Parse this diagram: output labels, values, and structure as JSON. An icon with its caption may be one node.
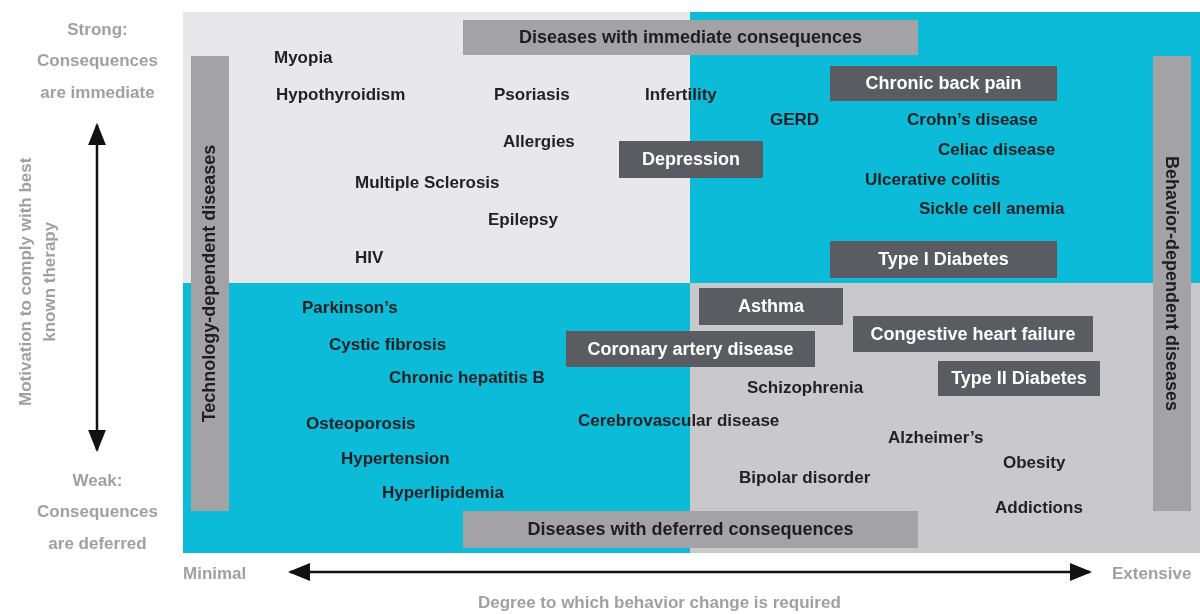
{
  "diagram": {
    "nodes": [
      {
        "text": [
          "Diseases with immediate consequences"
        ]
      },
      {
        "text": [
          "Technology-dependent diseases"
        ]
      },
      {
        "text": [
          "Behavior-dependent diseases"
        ]
      },
      {
        "text": [
          "Chronic back pain"
        ]
      },
      {
        "text": [
          "Depression"
        ]
      },
      {
        "text": [
          "Type I Diabetes"
        ]
      },
      {
        "text": [
          "Asthma"
        ]
      },
      {
        "text": [
          "Congestive heart failure"
        ]
      },
      {
        "text": [
          "Coronary artery disease"
        ]
      },
      {
        "text": [
          "Type II Diabetes"
        ]
      },
      {
        "text": [
          "Diseases with deferred consequences"
        ]
      }
    ],
    "labels": [
      "Strong: Consequences are immediate",
      "Myopia",
      "Hypothyroidism",
      "Psoriasis",
      "Infertility",
      "GERD",
      "Crohn’s disease",
      "Allergies",
      "Celiac disease",
      "Multiple Sclerosis",
      "Ulcerative colitis",
      "Sickle cell anemia",
      "Epilepsy",
      "HIV",
      "Motivation to comply with best known therapy",
      "Parkinson’s",
      "Cystic fibrosis",
      "Chronic hepatitis B",
      "Schizophrenia",
      "Osteoporosis",
      "Cerebrovascular disease",
      "Alzheimer’s",
      "Hypertension",
      "Obesity",
      "Bipolar disorder",
      "Weak: Consequences are deferred",
      "Hyperlipidemia",
      "Addictions",
      "Minimal",
      "Extensive",
      "Degree to which behavior change is required"
    ]
  }
}
